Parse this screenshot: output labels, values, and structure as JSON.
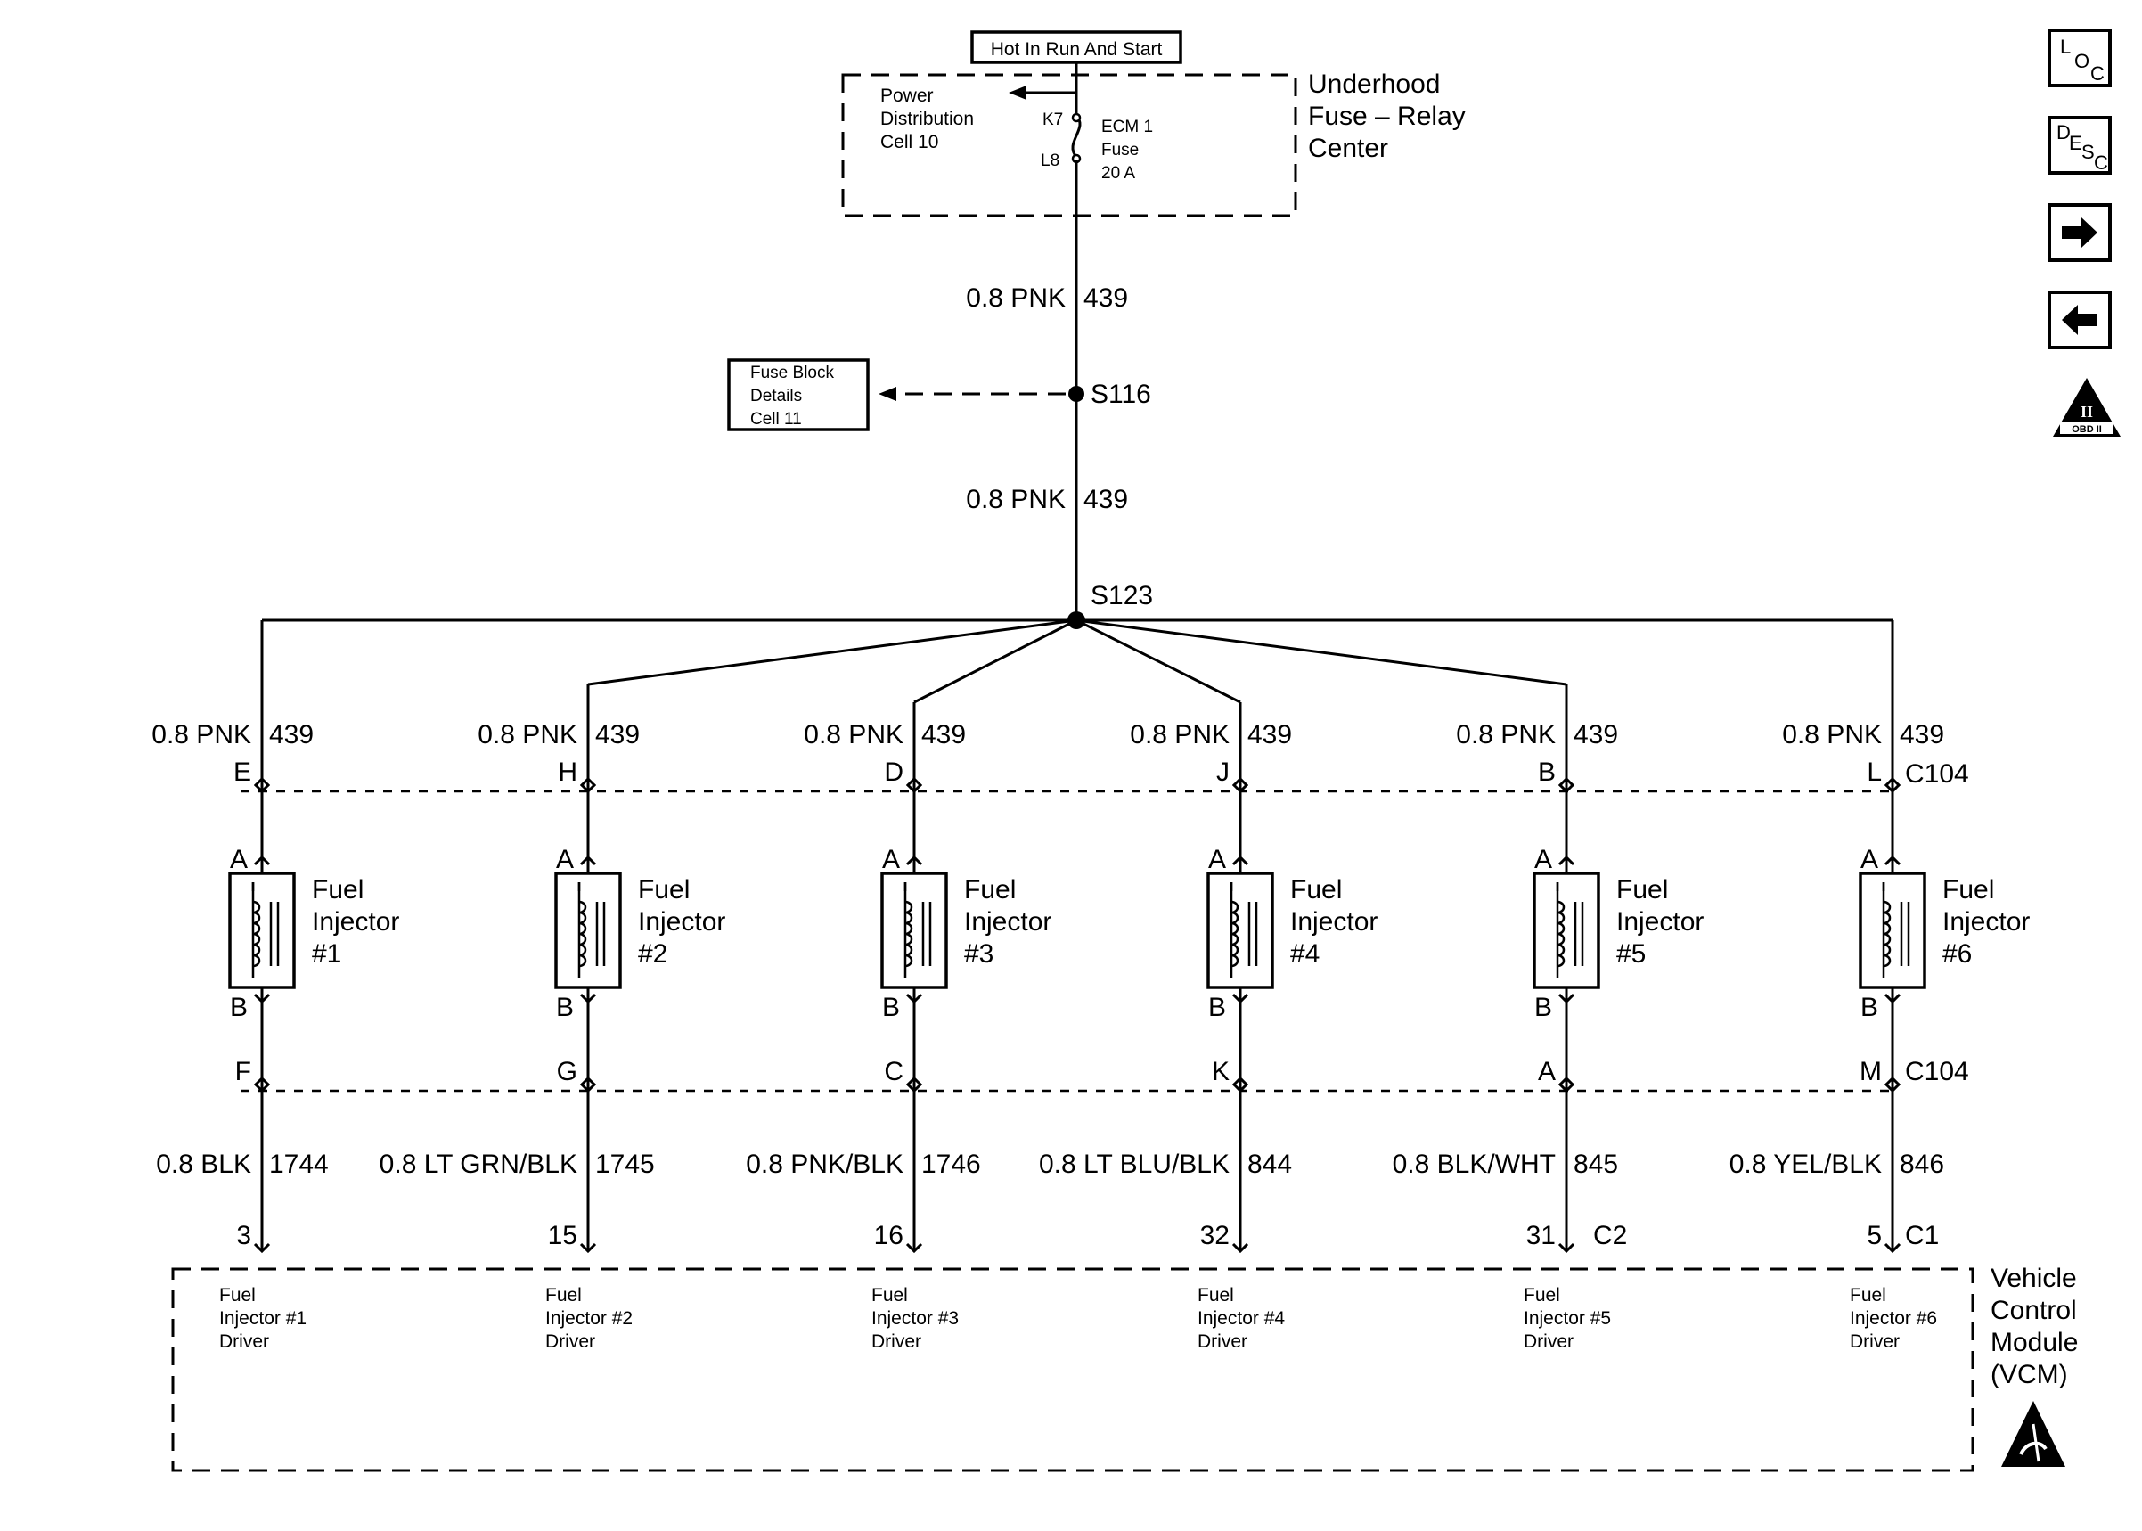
{
  "header": {
    "hot_label": "Hot In Run And Start"
  },
  "fuse_center": {
    "name_line1": "Underhood",
    "name_line2": "Fuse – Relay",
    "name_line3": "Center",
    "ref_line1": "Power",
    "ref_line2": "Distribution",
    "ref_line3": "Cell 10",
    "pin_in": "K7",
    "pin_out": "L8",
    "fuse_line1": "ECM 1",
    "fuse_line2": "Fuse",
    "fuse_line3": "20 A"
  },
  "feed": {
    "wire1_left": "0.8 PNK",
    "wire1_right": "439",
    "splice1": "S116",
    "fuseblock_line1": "Fuse Block",
    "fuseblock_line2": "Details",
    "fuseblock_line3": "Cell 11",
    "wire2_left": "0.8 PNK",
    "wire2_right": "439",
    "splice2": "S123"
  },
  "connector_top": "C104",
  "connector_bottom": "C104",
  "injectors": [
    {
      "wire_top_left": "0.8 PNK",
      "wire_top_right": "439",
      "pin_top": "E",
      "inj_a": "A",
      "inj_b": "B",
      "name1": "Fuel",
      "name2": "Injector",
      "name3": "#1",
      "pin_bottom": "F",
      "wire_bot_left": "0.8 BLK",
      "wire_bot_right": "1744",
      "vcm_pin": "3",
      "drv1": "Fuel",
      "drv2": "Injector #1",
      "drv3": "Driver"
    },
    {
      "wire_top_left": "0.8 PNK",
      "wire_top_right": "439",
      "pin_top": "H",
      "inj_a": "A",
      "inj_b": "B",
      "name1": "Fuel",
      "name2": "Injector",
      "name3": "#2",
      "pin_bottom": "G",
      "wire_bot_left": "0.8 LT GRN/BLK",
      "wire_bot_right": "1745",
      "vcm_pin": "15",
      "drv1": "Fuel",
      "drv2": "Injector #2",
      "drv3": "Driver"
    },
    {
      "wire_top_left": "0.8 PNK",
      "wire_top_right": "439",
      "pin_top": "D",
      "inj_a": "A",
      "inj_b": "B",
      "name1": "Fuel",
      "name2": "Injector",
      "name3": "#3",
      "pin_bottom": "C",
      "wire_bot_left": "0.8 PNK/BLK",
      "wire_bot_right": "1746",
      "vcm_pin": "16",
      "drv1": "Fuel",
      "drv2": "Injector #3",
      "drv3": "Driver"
    },
    {
      "wire_top_left": "0.8 PNK",
      "wire_top_right": "439",
      "pin_top": "J",
      "inj_a": "A",
      "inj_b": "B",
      "name1": "Fuel",
      "name2": "Injector",
      "name3": "#4",
      "pin_bottom": "K",
      "wire_bot_left": "0.8 LT BLU/BLK",
      "wire_bot_right": "844",
      "vcm_pin": "32",
      "drv1": "Fuel",
      "drv2": "Injector #4",
      "drv3": "Driver"
    },
    {
      "wire_top_left": "0.8 PNK",
      "wire_top_right": "439",
      "pin_top": "B",
      "inj_a": "A",
      "inj_b": "B",
      "name1": "Fuel",
      "name2": "Injector",
      "name3": "#5",
      "pin_bottom": "A",
      "wire_bot_left": "0.8 BLK/WHT",
      "wire_bot_right": "845",
      "vcm_pin": "31",
      "drv1": "Fuel",
      "drv2": "Injector #5",
      "drv3": "Driver"
    },
    {
      "wire_top_left": "0.8 PNK",
      "wire_top_right": "439",
      "pin_top": "L",
      "inj_a": "A",
      "inj_b": "B",
      "name1": "Fuel",
      "name2": "Injector",
      "name3": "#6",
      "pin_bottom": "M",
      "wire_bot_left": "0.8 YEL/BLK",
      "wire_bot_right": "846",
      "vcm_pin": "5",
      "drv1": "Fuel",
      "drv2": "Injector #6",
      "drv3": "Driver"
    }
  ],
  "vcm": {
    "conn_a": "C2",
    "conn_b": "C1",
    "name1": "Vehicle",
    "name2": "Control",
    "name3": "Module",
    "name4": "(VCM)"
  },
  "nav": {
    "loc_l": "L",
    "loc_o": "O",
    "loc_c": "C",
    "desc_d": "D",
    "desc_e": "E",
    "desc_s": "S",
    "desc_c": "C",
    "obd_label": "OBD II",
    "obd_mark": "II",
    "next_icon": "arrow-right-icon",
    "prev_icon": "arrow-left-icon"
  }
}
